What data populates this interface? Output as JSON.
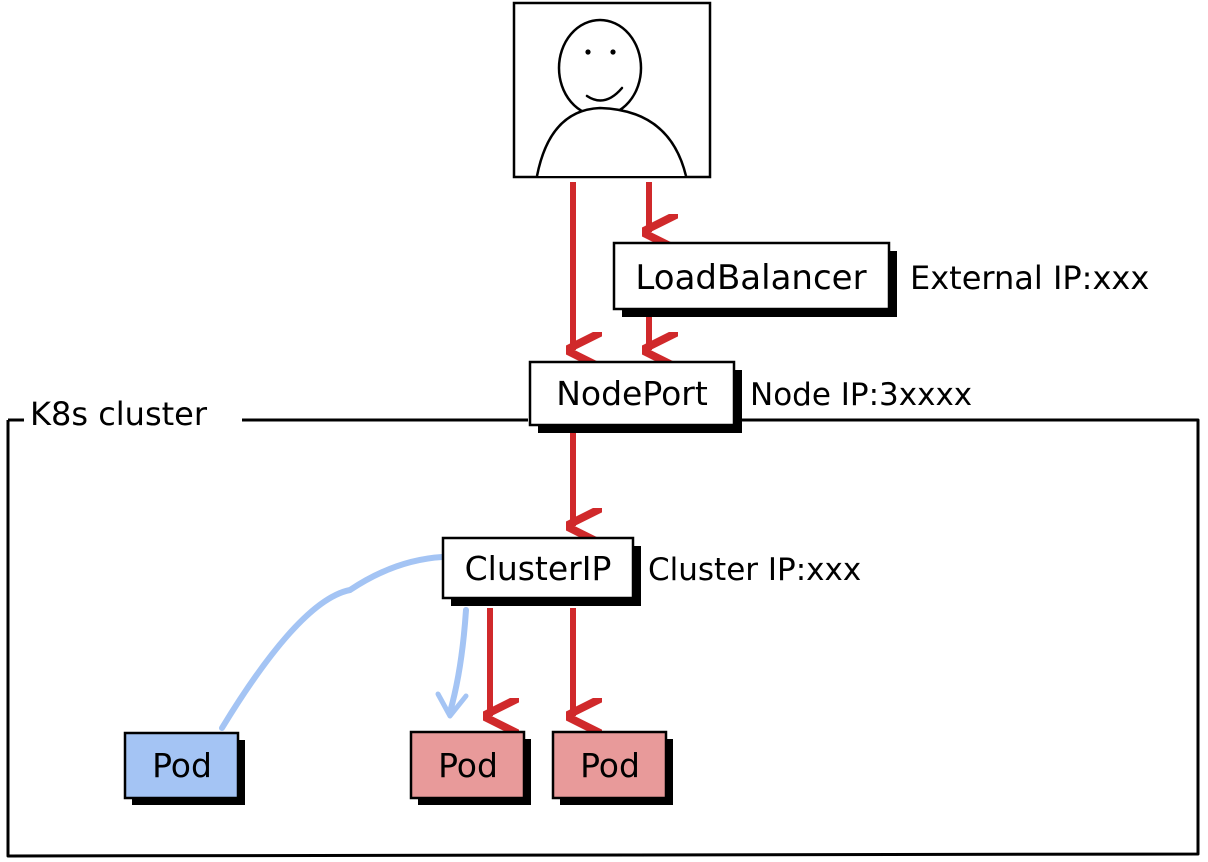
{
  "cluster": {
    "label": "K8s cluster"
  },
  "user": {
    "icon": "user-icon"
  },
  "nodes": {
    "loadbalancer": {
      "label": "LoadBalancer",
      "annotation": "External IP:xxx"
    },
    "nodeport": {
      "label": "NodePort",
      "annotation": "Node IP:3xxxx"
    },
    "clusterip": {
      "label": "ClusterIP",
      "annotation": "Cluster IP:xxx"
    }
  },
  "pods": [
    {
      "label": "Pod",
      "color": "#a4c4f4"
    },
    {
      "label": "Pod",
      "color": "#e89a9a"
    },
    {
      "label": "Pod",
      "color": "#e89a9a"
    }
  ],
  "colors": {
    "external_arrow": "#d0292b",
    "internal_arrow": "#a4c4f4",
    "box_border": "#000000",
    "shadow": "#000000"
  }
}
